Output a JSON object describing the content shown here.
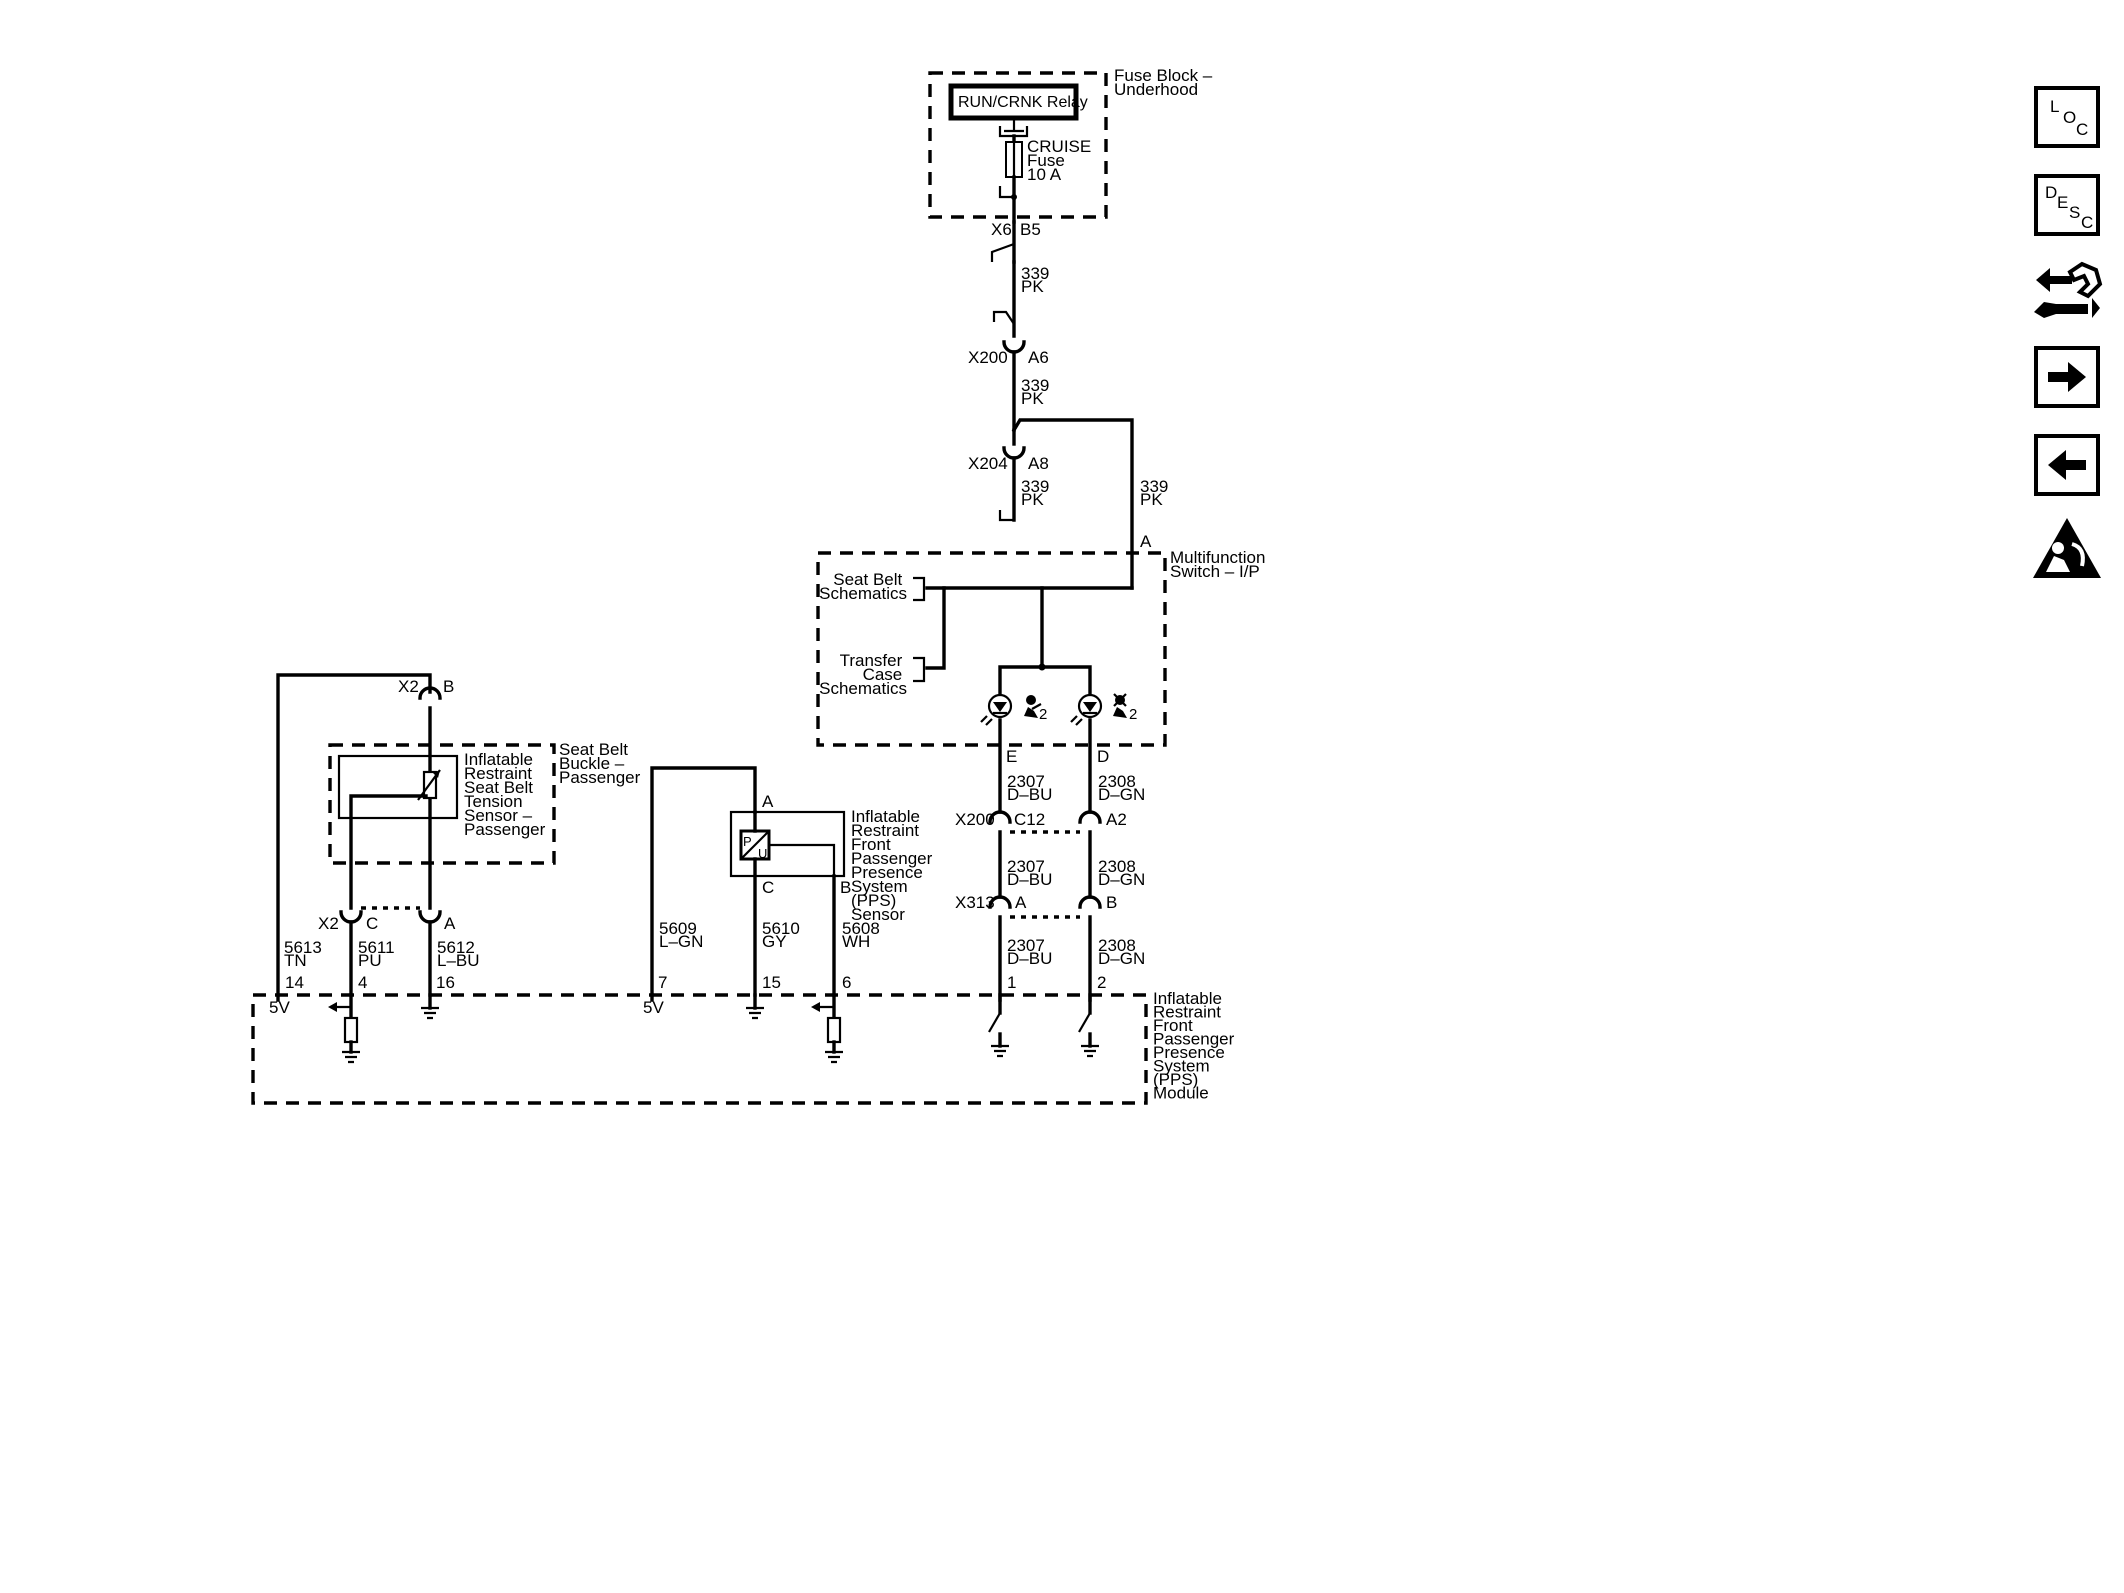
{
  "fuse_block": {
    "name": "Fuse Block – Underhood",
    "relay": "RUN/CRNK Relay",
    "fuse": "CRUISE Fuse 10 A"
  },
  "connectors": {
    "x6": "X6",
    "b5": "B5",
    "x200": "X200",
    "a6": "A6",
    "x204": "X204",
    "a8": "A8",
    "c12": "C12",
    "a2": "A2",
    "x313": "X313",
    "x313_a": "A",
    "x313_b": "B",
    "x2": "X2",
    "x2_b": "B",
    "x2_c": "C",
    "x2_a": "A"
  },
  "circuits": {
    "c339": "339",
    "pk": "PK",
    "c2307": "2307",
    "dbu": "D–BU",
    "c2308": "2308",
    "dgn": "D–GN",
    "c5613": "5613",
    "tn": "TN",
    "c5611": "5611",
    "pu": "PU",
    "c5612": "5612",
    "lbu": "L–BU",
    "c5609": "5609",
    "lgn": "L–GN",
    "c5610": "5610",
    "gy": "GY",
    "c5608": "5608",
    "wh": "WH"
  },
  "multifunction_switch": {
    "name": "Multifunction Switch – I/P",
    "pin_a": "A",
    "pin_e": "E",
    "pin_d": "D",
    "seat_belt_ref": "Seat Belt Schematics",
    "transfer_case_ref": "Transfer Case Schematics",
    "icon_suffix": "2"
  },
  "seat_belt_buckle": {
    "name": "Seat Belt Buckle – Passenger",
    "sensor": "Inflatable Restraint Seat Belt Tension Sensor – Passenger"
  },
  "pps_sensor": {
    "name": "Inflatable Restraint Front Passenger Presence System (PPS) Sensor",
    "pin_a": "A",
    "pin_c": "C",
    "pin_b": "B",
    "p": "P",
    "u": "U"
  },
  "pps_module": {
    "name": "Inflatable Restraint Front Passenger Presence System (PPS) Module",
    "pins": {
      "p14": "14",
      "p4": "4",
      "p16": "16",
      "p7": "7",
      "p15": "15",
      "p6": "6",
      "p1": "1",
      "p2": "2"
    },
    "v5_left": "5V",
    "v5_mid": "5V"
  },
  "nav": {
    "loc": [
      "L",
      "O",
      "C"
    ],
    "desc": [
      "D",
      "E",
      "S",
      "C"
    ]
  }
}
